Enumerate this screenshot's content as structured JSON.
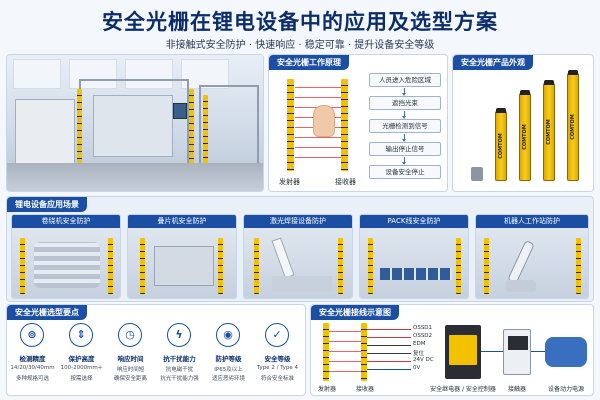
{
  "header": {
    "title": "安全光栅在锂电设备中的应用及选型方案",
    "subtitle": "非接触式安全防护 · 快速响应 · 稳定可靠 · 提升设备安全等级"
  },
  "principle": {
    "title": "安全光栅工作原理",
    "steps": [
      "人员进入危险区域",
      "遮挡光束",
      "光栅检测到信号",
      "输出停止信号",
      "设备安全停止"
    ],
    "emitter_label": "发射器",
    "receiver_label": "接收器"
  },
  "products": {
    "title": "安全光栅产品外观",
    "brand": "COMTOM"
  },
  "scenarios": {
    "title": "锂电设备应用场景",
    "items": [
      {
        "label": "卷绕机安全防护"
      },
      {
        "label": "叠片机安全防护"
      },
      {
        "label": "激光焊接设备防护"
      },
      {
        "label": "PACK线安全防护"
      },
      {
        "label": "机器人工作站防护"
      }
    ]
  },
  "selection": {
    "title": "安全光栅选型要点",
    "features": [
      {
        "icon": "ruler-icon",
        "glyph": "⊚",
        "name": "检测精度",
        "d1": "14/20/30/40mm",
        "d2": "多种规格可选"
      },
      {
        "icon": "height-icon",
        "glyph": "⇕",
        "name": "保护高度",
        "d1": "100-2000mm+",
        "d2": "按需选择"
      },
      {
        "icon": "clock-icon",
        "glyph": "◷",
        "name": "响应时间",
        "d1": "响应时间短",
        "d2": "确保安全距离"
      },
      {
        "icon": "lightning-icon",
        "glyph": "ϟ",
        "name": "抗干扰能力",
        "d1": "抗电磁干扰",
        "d2": "抗光干扰能力强"
      },
      {
        "icon": "water-drop-icon",
        "glyph": "◉",
        "name": "防护等级",
        "d1": "IP65及以上",
        "d2": "适应恶劣环境"
      },
      {
        "icon": "shield-check-icon",
        "glyph": "✓",
        "name": "安全等级",
        "d1": "Type 2 / Type 4",
        "d2": "符合安全标准"
      }
    ]
  },
  "wiring": {
    "title": "安全光栅接线示意图",
    "signals": [
      "OSSD1",
      "OSSD2",
      "EDM",
      "复位",
      "24V DC",
      "0V"
    ],
    "emitter_label": "发射器",
    "receiver_label": "接收器",
    "relay_label": "安全继电器 / 安全控制器",
    "contactor_label": "接触器",
    "motor_label": "设备动力电源"
  },
  "colors": {
    "primary": "#1a4fa3",
    "title": "#0b2e6b",
    "curtain_yellow": "#f2c200",
    "beam_red": "#e5484d"
  }
}
